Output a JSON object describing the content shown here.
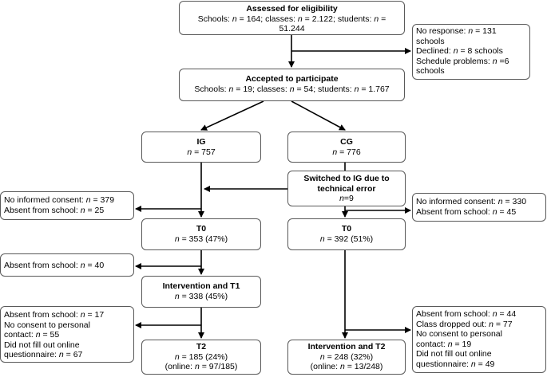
{
  "assessed": {
    "title": "Assessed for eligibility",
    "line1": "Schools: n = 164; classes: n = 2.122; students: n =",
    "line2": "51.244"
  },
  "excluded": {
    "l1": "No response: n = 131",
    "l2": "schools",
    "l3": "Declined: n = 8 schools",
    "l4": "Schedule problems: n =6",
    "l5": "schools"
  },
  "accepted": {
    "title": "Accepted to participate",
    "line1": "Schools: n = 19; classes: n = 54; students: n = 1.767"
  },
  "ig": {
    "title": "IG",
    "line1": "n = 757"
  },
  "cg": {
    "title": "CG",
    "line1": "n = 776"
  },
  "switched": {
    "l1": "Switched to IG due to",
    "l2": "technical error",
    "l3": "n=9"
  },
  "ig_loss_t0": {
    "l1": "No informed consent: n = 379",
    "l2": "Absent from school: n = 25"
  },
  "cg_loss_t0": {
    "l1": "No informed consent: n = 330",
    "l2": "Absent from school: n = 45"
  },
  "ig_t0": {
    "title": "T0",
    "line1": "n = 353 (47%)"
  },
  "cg_t0": {
    "title": "T0",
    "line1": "n = 392 (51%)"
  },
  "ig_loss_t1": {
    "l1": "Absent from school: n = 40"
  },
  "ig_t1": {
    "title": "Intervention and T1",
    "line1": "n = 338 (45%)"
  },
  "ig_loss_t2": {
    "l1": "Absent from school: n = 17",
    "l2": "No consent to personal",
    "l3": "contact: n = 55",
    "l4": "Did not fill out online",
    "l5": "questionnaire: n = 67"
  },
  "cg_loss_t2": {
    "l1": "Absent from school: n = 44",
    "l2": "Class dropped out:  n = 77",
    "l3": "No consent to personal",
    "l4": "contact: n = 19",
    "l5": "Did not fill out online",
    "l6": "questionnaire: n = 49"
  },
  "ig_t2": {
    "title": "T2",
    "line1": "n = 185 (24%)",
    "line2": "(online: n = 97/185)"
  },
  "cg_t2": {
    "title": "Intervention and T2",
    "line1": "n = 248 (32%)",
    "line2": "(online:  n = 13/248)"
  }
}
